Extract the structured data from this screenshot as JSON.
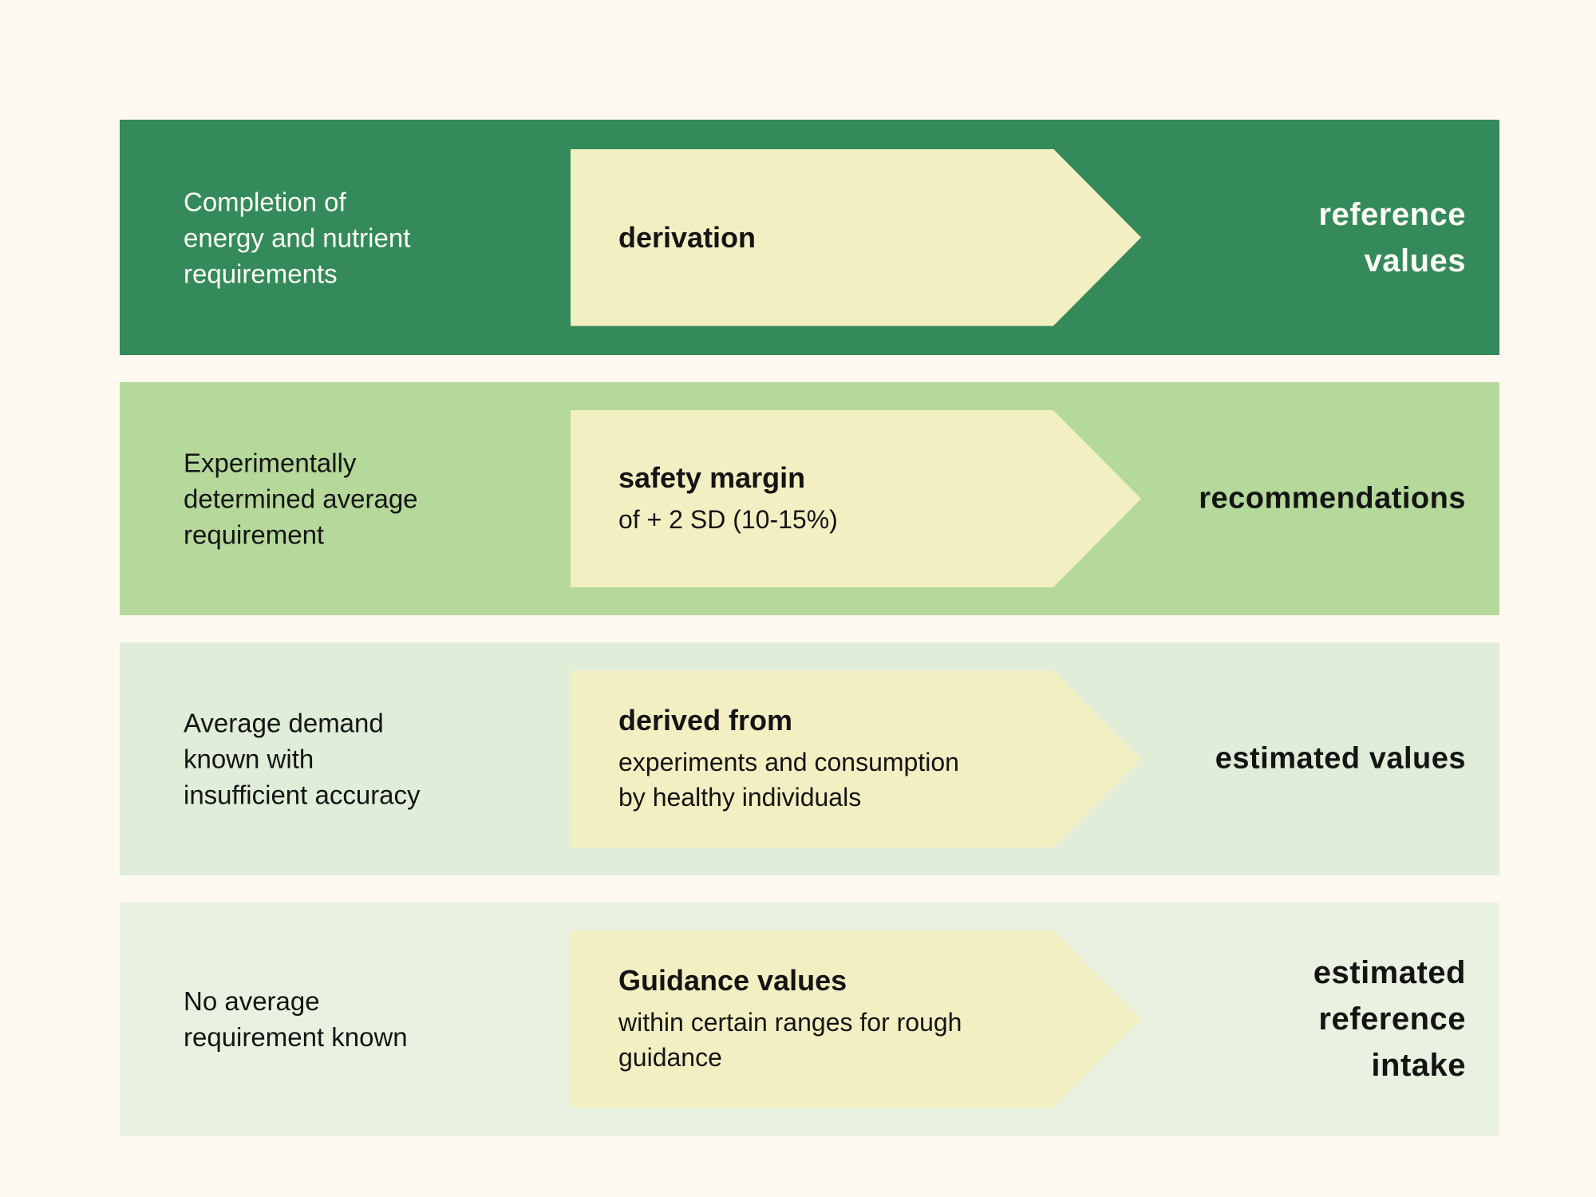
{
  "page": {
    "background": "#FEF9F0",
    "arrow_fill": "#F2EFC3",
    "dark_text": "#141414",
    "light_text": "#FFFDF7"
  },
  "rows": [
    {
      "id": "reference-values",
      "band_color": "#348A5A",
      "text_color": "#FFFDF7",
      "left_text": "Completion of\nenergy and nutrient\nrequirements",
      "arrow_heading": "derivation",
      "arrow_body": "",
      "right_text": "reference\nvalues"
    },
    {
      "id": "recommendations",
      "band_color": "#B5D89B",
      "text_color": "#141414",
      "left_text": "Experimentally\ndetermined average\nrequirement",
      "arrow_heading": "safety margin",
      "arrow_body": "of + 2 SD (10-15%)",
      "right_text": "recommendations"
    },
    {
      "id": "estimated-values",
      "band_color": "#E0EDD8",
      "text_color": "#141414",
      "left_text": "Average demand\nknown with\ninsufficient accuracy",
      "arrow_heading": "derived from",
      "arrow_body": "experiments and consumption\nby healthy individuals",
      "right_text": "estimated values"
    },
    {
      "id": "estimated-reference-intake",
      "band_color": "#E9F2E0",
      "text_color": "#141414",
      "left_text": "No average\nrequirement known",
      "arrow_heading": "Guidance values",
      "arrow_body": "within certain ranges for rough\nguidance",
      "right_text": "estimated\nreference\nintake"
    }
  ]
}
